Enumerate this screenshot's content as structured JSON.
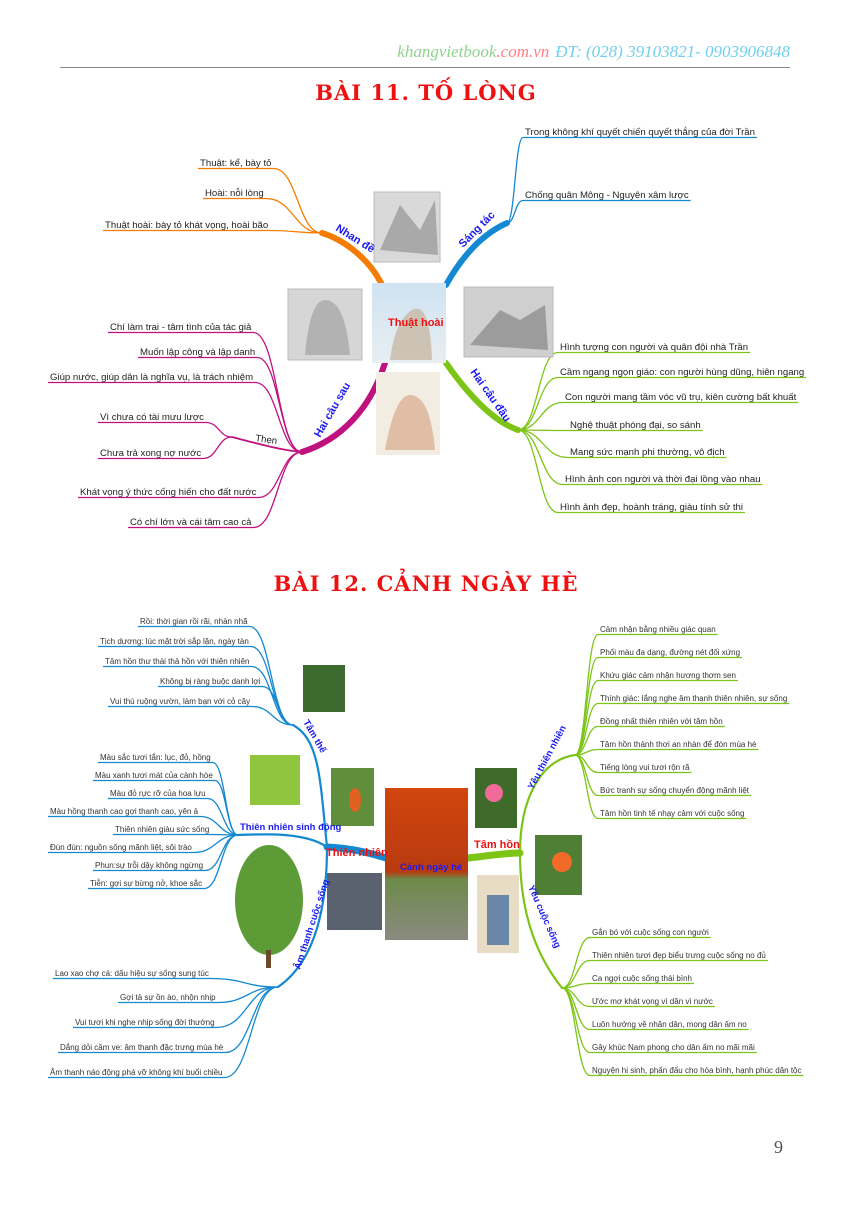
{
  "header": {
    "site_name": "khangvietbook",
    "site_tld": ".com.vn",
    "phone": "ĐT: (028) 39103821- 0903906848"
  },
  "lesson11": {
    "title": "BÀI 11. TỐ LÒNG",
    "center": "Thuật hoài",
    "branches": [
      {
        "label": "Nhan đề",
        "color": "#f57c00",
        "leaves": [
          "Thuật: kể, bày tỏ",
          "Hoài: nỗi lòng",
          "Thuật hoài: bày tỏ khát vọng, hoài bão"
        ]
      },
      {
        "label": "Sáng tác",
        "color": "#1488d0",
        "leaves": [
          "Trong không khí quyết chiến quyết thắng của đời Trần",
          "Chống quân Mông - Nguyên xâm lược"
        ]
      },
      {
        "label": "Hai câu sau",
        "color": "#c0127f",
        "leaves": [
          "Chí làm trai - tâm tình của tác giả",
          "Muốn lập công và lập danh",
          "Giúp nước, giúp dân là nghĩa vụ, là trách nhiệm",
          "Vì chưa có tài mưu lược",
          "Chưa trả xong nợ nước",
          "Khát vọng ý thức cống hiến cho đất nước",
          "Có chí lớn và cái tâm cao cả"
        ],
        "sub_label": "Thẹn"
      },
      {
        "label": "Hai câu đầu",
        "color": "#7cc516",
        "leaves": [
          "Hình tượng con người và quân đội nhà Trần",
          "Cầm ngang ngọn giáo: con người hùng dũng, hiên ngang",
          "Con người mang tầm vóc vũ trụ, kiên cường bất khuất",
          "Nghệ thuật phóng đại, so sánh",
          "Mang sức mạnh phi thường, vô địch",
          "Hình ảnh con người và thời đại lồng vào nhau",
          "Hình ảnh đẹp, hoành tráng, giàu tính sử thi"
        ]
      }
    ]
  },
  "lesson12": {
    "title": "BÀI 12. CẢNH NGÀY HÈ",
    "center": "Cảnh ngày hè",
    "main_left": "Thiên nhiên",
    "main_right": "Tâm hồn",
    "branches": [
      {
        "label": "Tâm thế",
        "color": "#1488d0",
        "leaves": [
          "Rồi: thời gian rồi rãi, nhàn nhã",
          "Tịch dương: lúc mặt trời sắp lặn, ngày tàn",
          "Tâm hồn thư thái thả hồn với thiên nhiên",
          "Không bị ràng buộc danh lợi",
          "Vui thú ruộng vườn, làm bạn với cỏ cây"
        ]
      },
      {
        "label": "Thiên nhiên sinh động",
        "color": "#1488d0",
        "leaves": [
          "Màu sắc tươi tắn: lục, đỏ, hồng",
          "Màu xanh tươi mát của cành hòe",
          "Màu đỏ rực rỡ của hoa lựu",
          "Màu hồng thanh cao gợi thanh cao, yên ả",
          "Thiên nhiên giàu sức sống",
          "Đùn đùn: nguồn sống mãnh liệt, sôi trào",
          "Phun:sự trỗi dậy không ngừng",
          "Tiễn: gợi sự bừng nở, khoe sắc"
        ]
      },
      {
        "label": "Âm thanh cuộc sống",
        "color": "#1488d0",
        "leaves": [
          "Lao xao chợ cá: dấu hiệu sự sống sung túc",
          "Gợi tả sự ồn ào, nhộn nhịp",
          "Vui tươi khi nghe nhịp sống đời thường",
          "Dắng dỏi cầm ve: âm thanh đặc trưng mùa hè",
          "Âm thanh náo động phá vỡ không khí buổi chiều"
        ]
      },
      {
        "label": "Yêu thiên nhiên",
        "color": "#7cc516",
        "leaves": [
          "Cảm nhận bằng nhiều giác quan",
          "Phối màu đa dạng, đường nét đối xứng",
          "Khứu giác cảm nhận hương thơm sen",
          "Thính giác: lắng nghe âm thanh thiên nhiên, sự sống",
          "Đồng nhất thiên nhiên với tâm hồn",
          "Tâm hồn thảnh thơi an nhàn để đón mùa hè",
          "Tiếng lòng vui tươi rộn rã",
          "Bức tranh sự sống chuyển động mãnh liệt",
          "Tâm hồn tinh tế nhạy cảm với cuộc sống"
        ]
      },
      {
        "label": "Yêu cuộc sống",
        "color": "#7cc516",
        "leaves": [
          "Gắn bó với cuộc sống con người",
          "Thiên nhiên tươi đẹp biểu trưng cuộc sống no đủ",
          "Ca ngợi cuộc sống thái bình",
          "Ước mơ khát vọng vì dân vì nước",
          "Luôn hướng về nhân dân, mong dân ấm no",
          "Gây khúc Nam phong cho dân ấm no mãi mãi",
          "Nguyện hi sinh, phấn đấu cho hòa bình, hạnh phúc dân tộc"
        ]
      }
    ]
  },
  "page_number": "9"
}
